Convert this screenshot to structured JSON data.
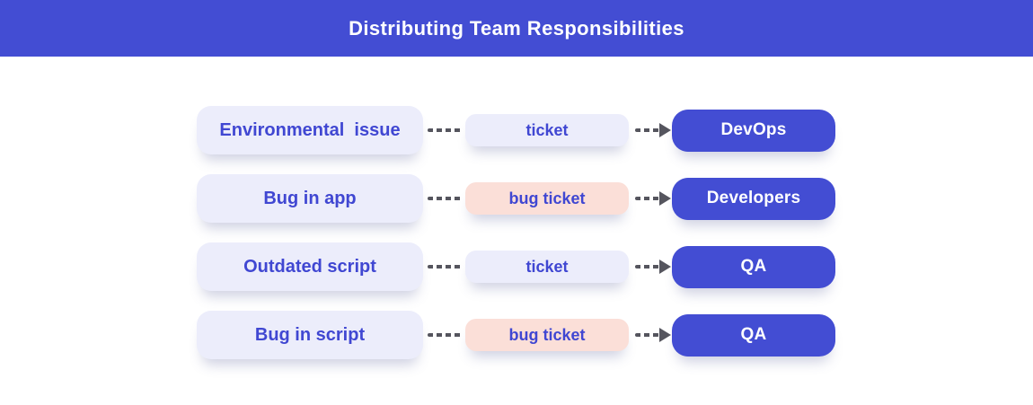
{
  "title": "Distributing Team Responsibilities",
  "colors": {
    "header-bg": "#434dd3",
    "accent-blue": "#434dd3",
    "light-lavender": "#ecedfb",
    "light-peach": "#fbdfd8",
    "label-blue": "#4047d2",
    "owner-text": "#ffffff",
    "arrow-gray": "#55555e",
    "page-bg": "#ffffff"
  },
  "diagram": {
    "rows": [
      {
        "issue": "Environmental  issue",
        "ticket": "ticket",
        "ticket_type": "ticket",
        "owner": "DevOps"
      },
      {
        "issue": "Bug in app",
        "ticket": "bug ticket",
        "ticket_type": "bug-ticket",
        "owner": "Developers"
      },
      {
        "issue": "Outdated script",
        "ticket": "ticket",
        "ticket_type": "ticket",
        "owner": "QA"
      },
      {
        "issue": "Bug in script",
        "ticket": "bug ticket",
        "ticket_type": "bug-ticket",
        "owner": "QA"
      }
    ]
  }
}
